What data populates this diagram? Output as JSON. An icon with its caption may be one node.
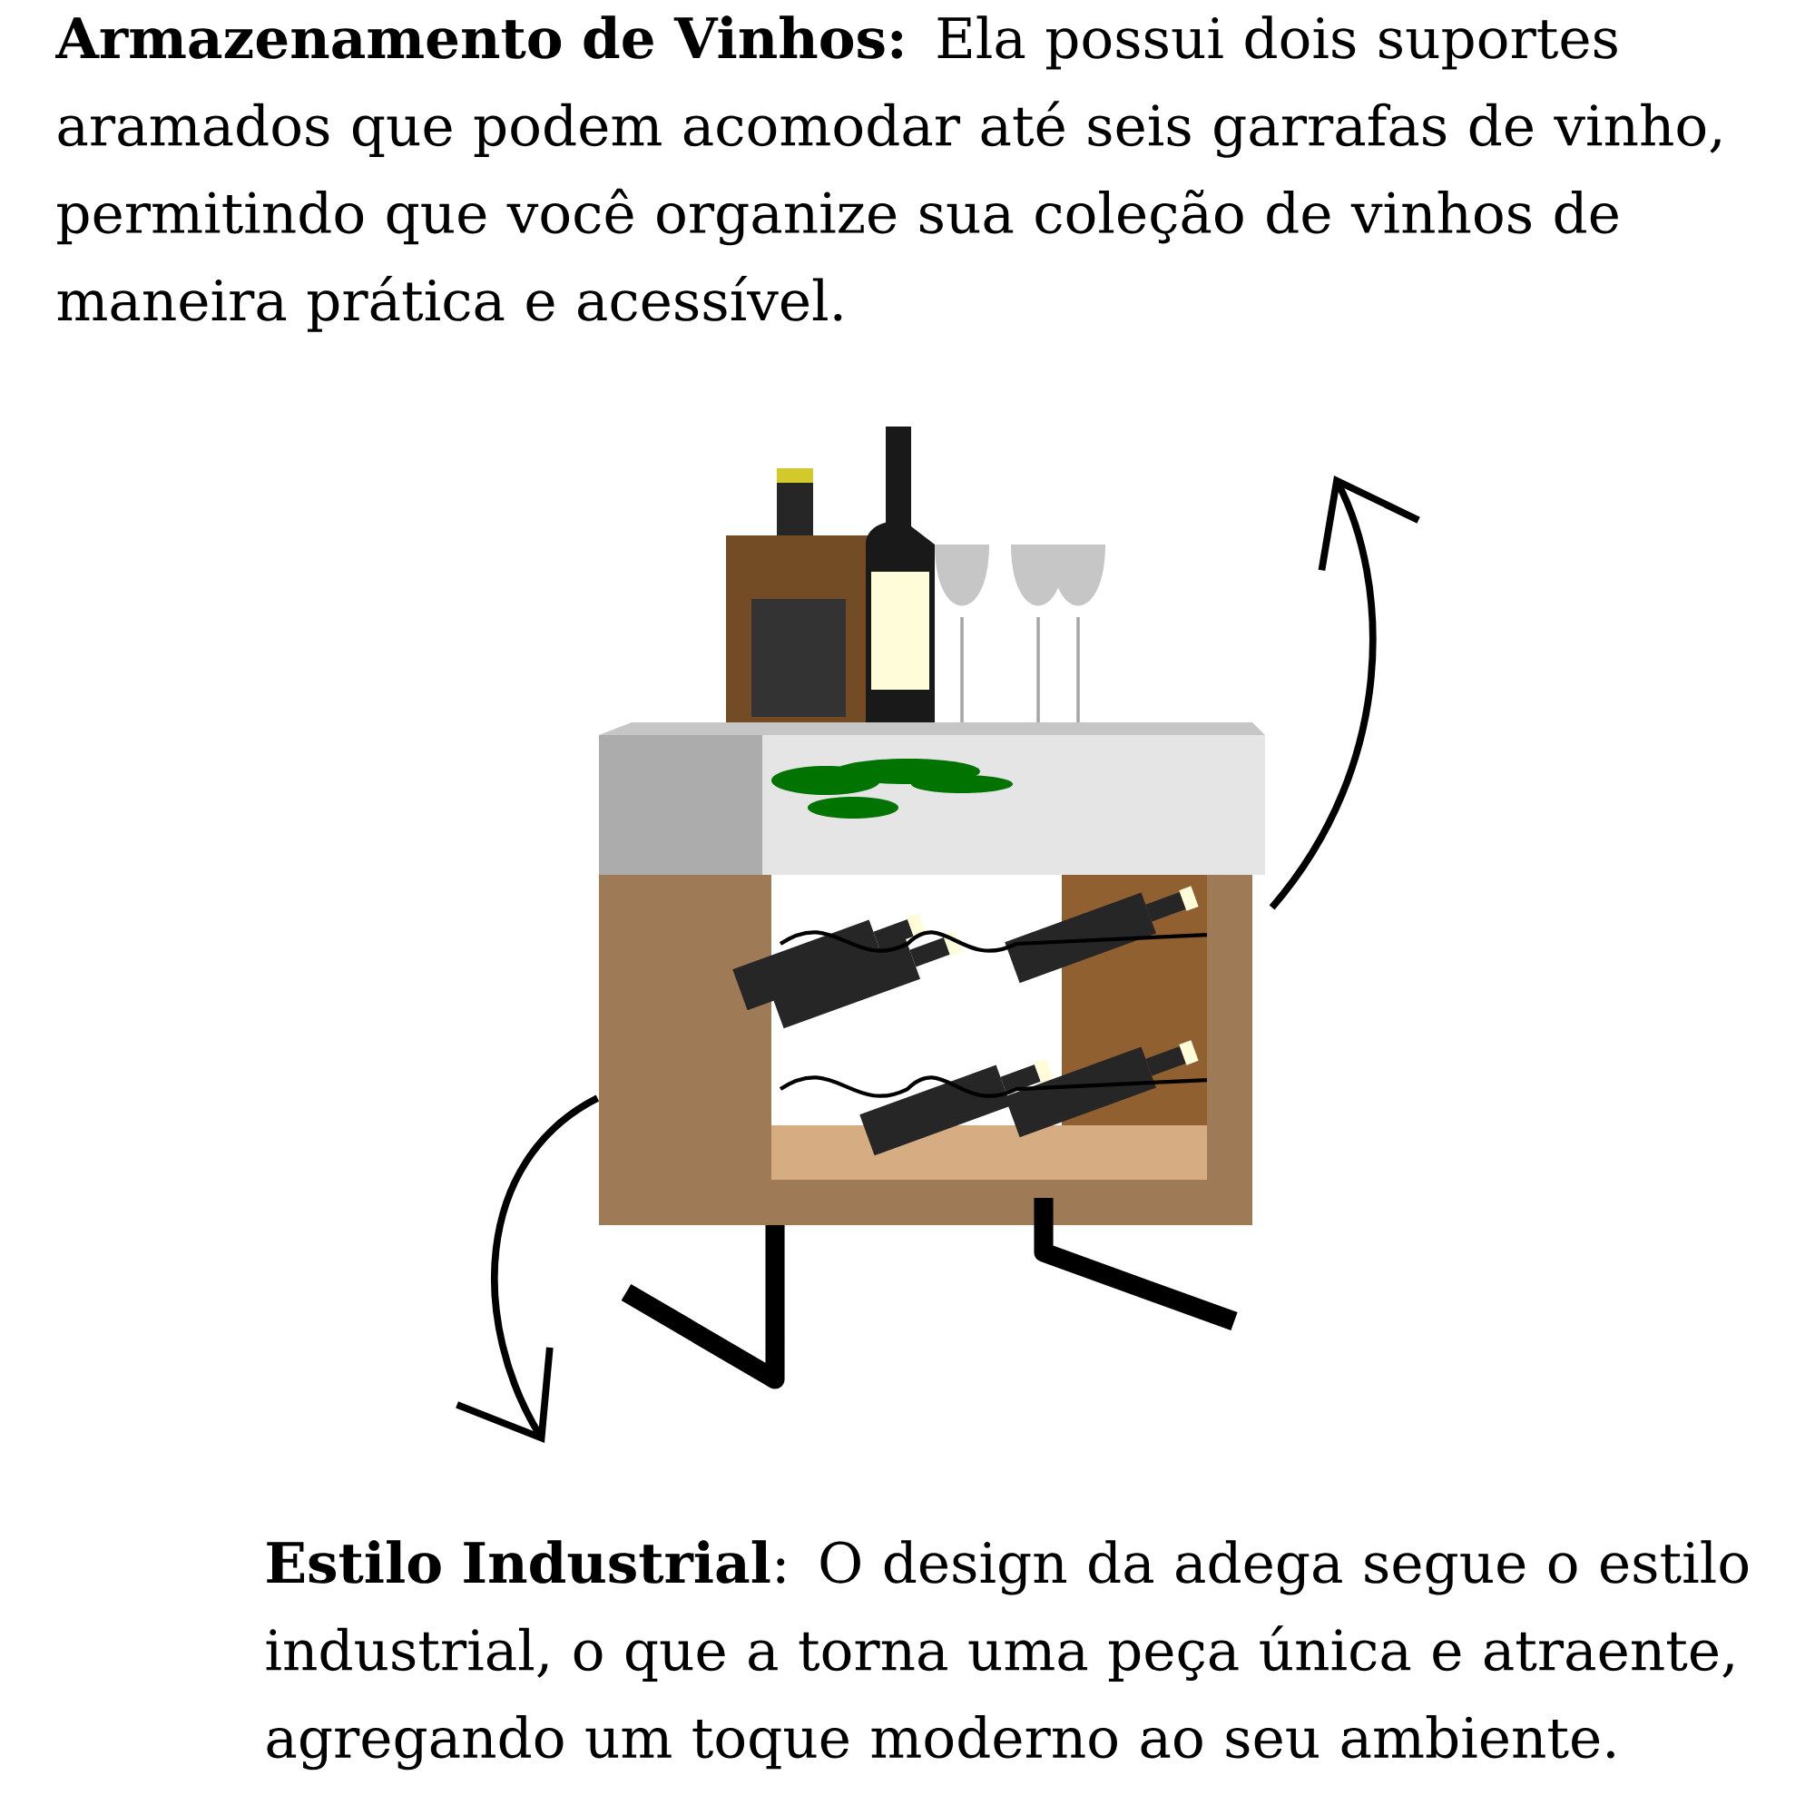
{
  "diagram": {
    "nodes": [
      {
        "text": [
          "**Armazenamento de Vinhos:** Ela possui dois suportes aramados que podem acomodar até seis garrafas de vinho, permitindo que você organize sua coleção de vinhos de maneira prática e acessível."
        ]
      },
      {
        "text": [
          "**Estilo Industrial**: O design da adega segue o estilo industrial, o que a torna uma peça única e atraente, agregando um toque moderno ao seu ambiente."
        ]
      },
      {
        "text": [],
        "shape": "picture"
      }
    ],
    "edges": [
      {
        "from": 2,
        "to": null,
        "arrow": "to"
      },
      {
        "from": 2,
        "to": null,
        "arrow": "to"
      }
    ]
  }
}
